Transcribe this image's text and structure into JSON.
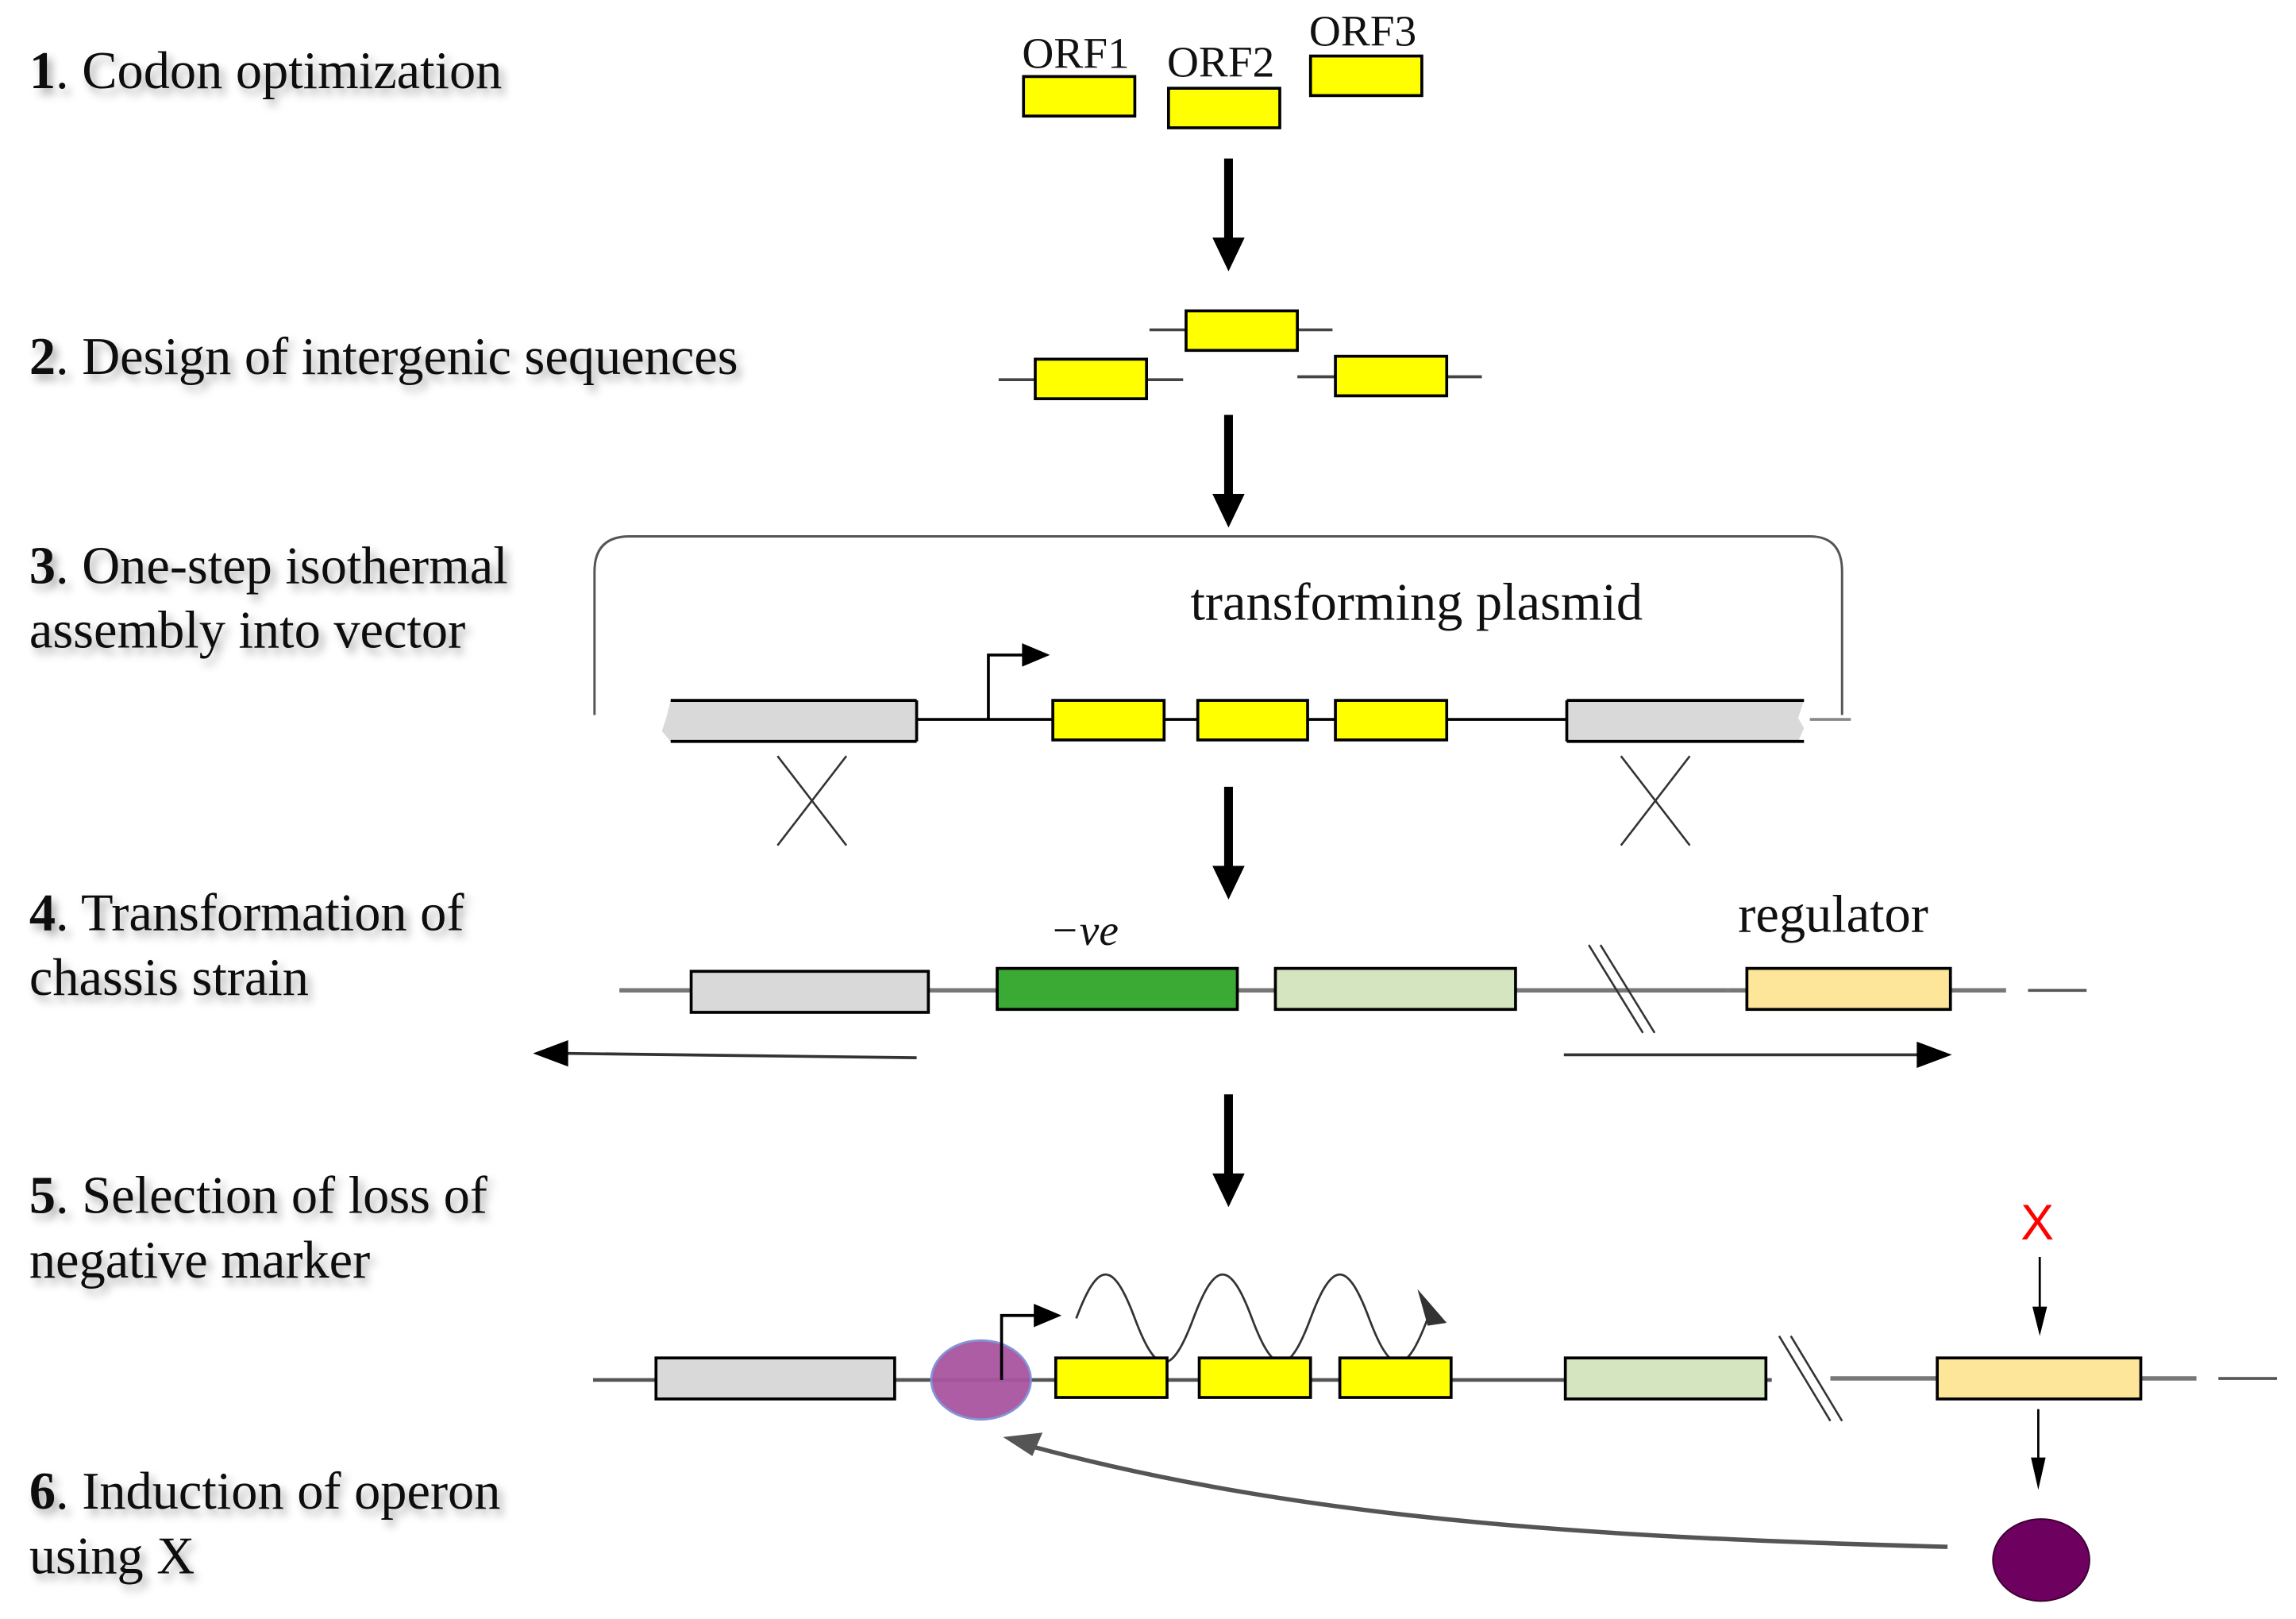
{
  "steps": [
    {
      "number": "1",
      "text": ". Codon optimization"
    },
    {
      "number": "2",
      "text": ". Design  of intergenic sequences"
    },
    {
      "number": "3",
      "text": ". One-step isothermal",
      "line2": "assembly  into vector"
    },
    {
      "number": "4",
      "text": ". Transformation of",
      "line2": "chassis strain"
    },
    {
      "number": "5",
      "text": ". Selection of loss of",
      "line2": "negative marker"
    },
    {
      "number": "6",
      "text": ". Induction of operon",
      "line2": "using X"
    }
  ],
  "labels": {
    "orf1": "ORF1",
    "orf2": "ORF2",
    "orf3": "ORF3",
    "plasmid": "transforming plasmid",
    "negative_marker": "−ve",
    "regulator": "regulator",
    "inducer": "X"
  },
  "colors": {
    "orf_yellow": "#ffff00",
    "homology_gray": "#d9d9d9",
    "neg_marker_green": "#3aaa35",
    "light_green": "#d5e5c0",
    "regulator_orange": "#fde699",
    "transcription_factor_bound": "#a855a0",
    "transcription_factor_free": "#6e0060",
    "inducer_red": "#ff0000"
  }
}
